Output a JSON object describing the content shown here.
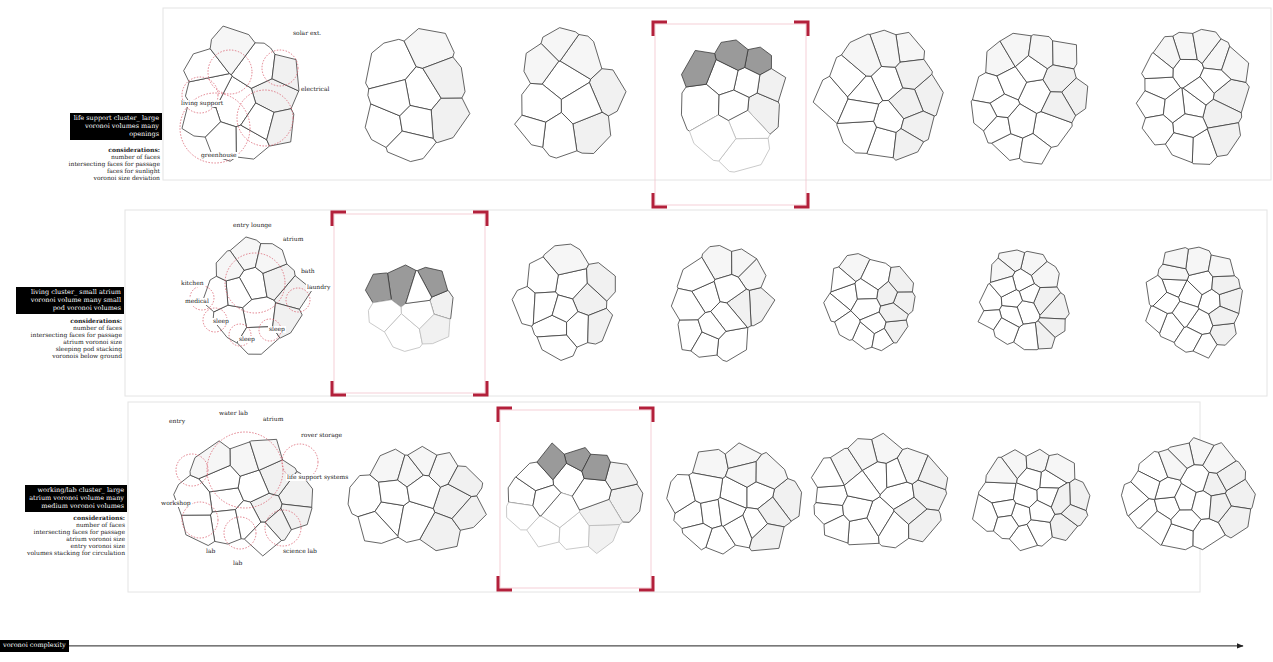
{
  "diagram": {
    "nodes": [
      {
        "text": [
          "life support cluster_ large voronoi volumes many openings"
        ]
      },
      {
        "text": [
          "living cluster_ small atrium voronoi volume many small pod voronoi volumes"
        ]
      },
      {
        "text": [
          "working/lab cluster_ large atrium voronoi volume many medium voronoi volumes"
        ]
      },
      {
        "text": [
          "voronoi complexity"
        ]
      }
    ],
    "labels": [
      "considerations:",
      "number of faces",
      "intersecting faces for passage",
      "faces for sunlight",
      "voronoi size deviation",
      "living support",
      "solar ext.",
      "electrical",
      "greenhouse",
      "considerations:",
      "number of faces",
      "intersecting faces for passage",
      "atrium voronoi size",
      "sleeping pod stacking",
      "voronois below ground",
      "entry lounge",
      "atrium",
      "kitchen",
      "bath",
      "laundry",
      "medical",
      "sleep",
      "sleep",
      "sleep",
      "considerations:",
      "number of faces",
      "intersecting faces for passage",
      "atrium voronoi size",
      "entry voronoi size",
      "volumes stacking for circulation",
      "entry",
      "water lab",
      "atrium",
      "rover storage",
      "life support systems",
      "workshop",
      "lab",
      "lab",
      "science lab"
    ]
  }
}
